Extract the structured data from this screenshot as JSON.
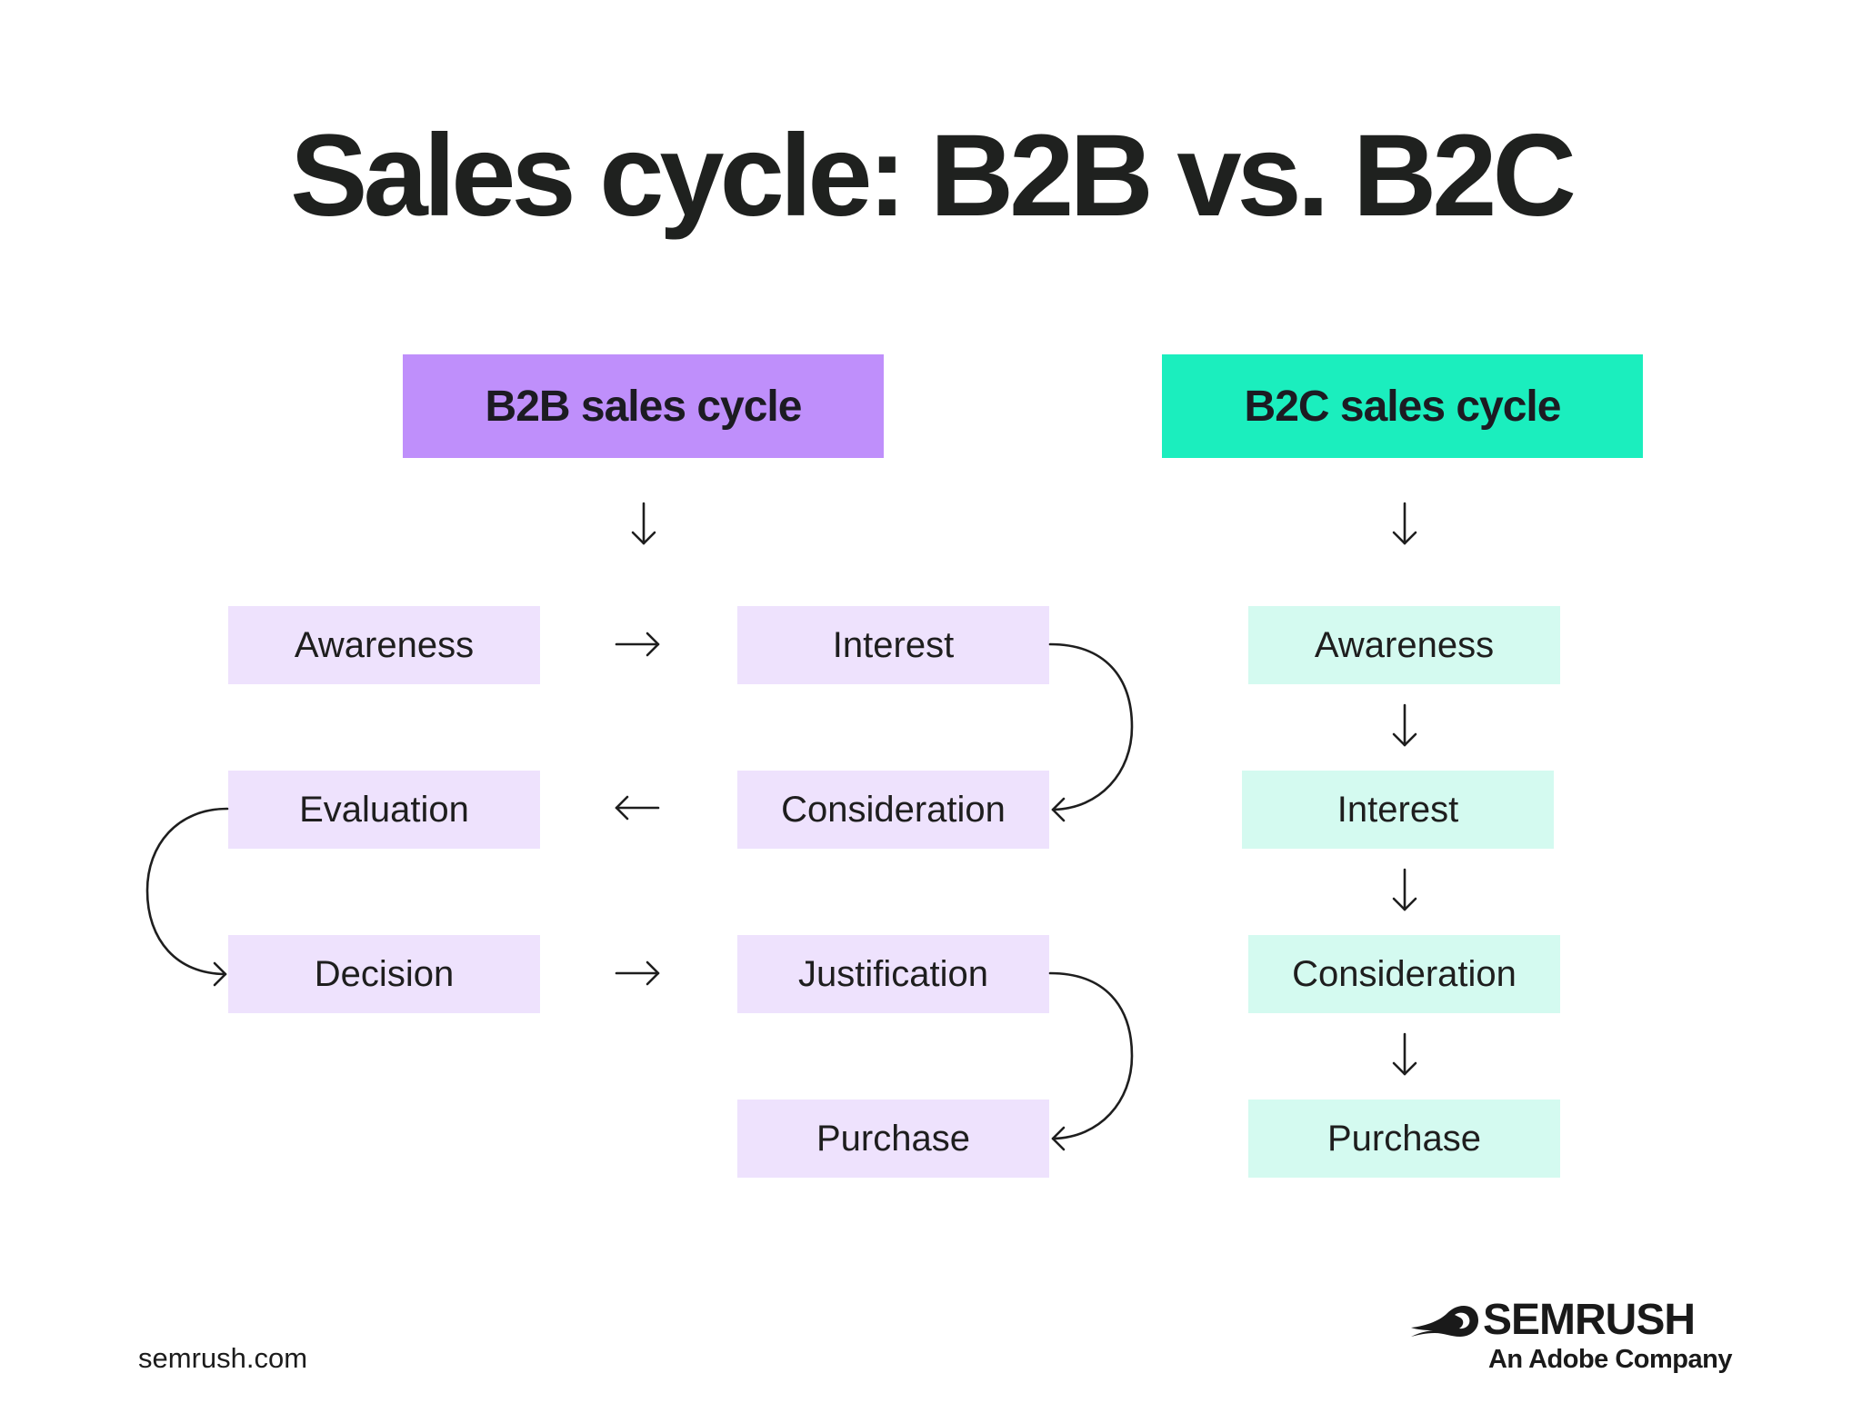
{
  "title": "Sales cycle: B2B vs. B2C",
  "b2b": {
    "header": "B2B sales cycle",
    "steps": [
      "Awareness",
      "Interest",
      "Evaluation",
      "Consideration",
      "Decision",
      "Justification",
      "Purchase"
    ]
  },
  "b2c": {
    "header": "B2C sales cycle",
    "steps": [
      "Awareness",
      "Interest",
      "Consideration",
      "Purchase"
    ]
  },
  "colors": {
    "b2b_header": "#bf8ffb",
    "b2b_step": "#eee2fd",
    "b2c_header": "#1beebe",
    "b2c_step": "#d4faf0"
  },
  "footer": {
    "site": "semrush.com",
    "brand": "SEMRUSH",
    "brand_sub": "An Adobe Company"
  }
}
